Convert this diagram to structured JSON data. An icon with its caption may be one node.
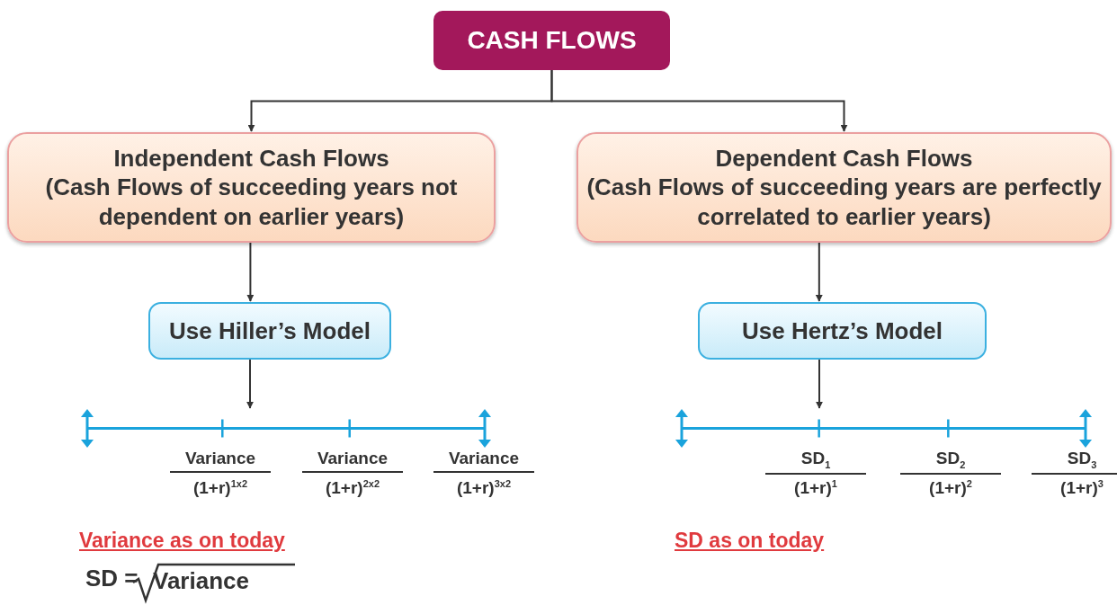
{
  "diagram": {
    "nodes": [
      {
        "text": [
          "CASH FLOWS"
        ]
      },
      {
        "text": [
          "Independent Cash Flows",
          "(Cash Flows of succeeding years not dependent on earlier years)"
        ]
      },
      {
        "text": [
          "Dependent Cash Flows",
          "(Cash Flows of succeeding years are perfectly correlated to earlier years)"
        ]
      },
      {
        "text": [
          "Use Hiller’s Model"
        ]
      },
      {
        "text": [
          "Use Hertz’s Model"
        ]
      },
      {
        "text": [],
        "shape": "line"
      },
      {
        "text": [],
        "shape": "line"
      }
    ],
    "edges": [
      {
        "from": 0,
        "to": 1,
        "arrow": "to"
      },
      {
        "from": 0,
        "to": 2,
        "arrow": "to"
      },
      {
        "from": 1,
        "to": 3,
        "arrow": "to"
      },
      {
        "from": 2,
        "to": 4,
        "arrow": "to"
      },
      {
        "from": 3,
        "to": 5,
        "arrow": "to"
      },
      {
        "from": 4,
        "to": 6,
        "arrow": "to"
      }
    ],
    "labels": [
      "Variance",
      "(1+r)$^{1x2}$",
      "Variance",
      "(1+r)$^{2x2}$",
      "Variance",
      "(1+r)$^{3x2}$",
      "SD$_{1}$",
      "(1+r)$^{1}$",
      "SD$_{2}$",
      "(1+r)$^{2}$",
      "SD$_{3}$",
      "(1+r)$^{3}$",
      "Variance as on today",
      "SD as on today",
      "SD =",
      "Variance"
    ]
  }
}
